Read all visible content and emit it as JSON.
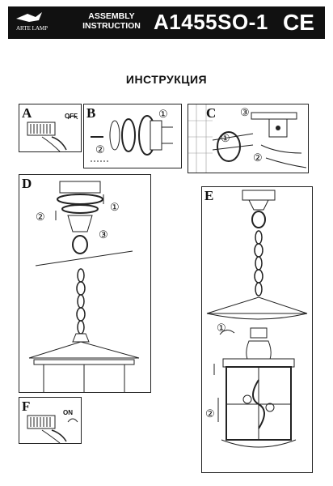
{
  "header": {
    "logo_text": "ARTE LAMP",
    "title_line1": "ASSEMBLY",
    "title_line2": "INSTRUCTION",
    "model": "A1455SO-1",
    "cert": "CE"
  },
  "heading": "ИНСТРУКЦИЯ",
  "panels": {
    "a": {
      "label": "A",
      "switch_state": "OFF"
    },
    "b": {
      "label": "B",
      "step1": "①",
      "step2": "②"
    },
    "c": {
      "label": "C",
      "step1": "①",
      "step2": "②",
      "step3": "③"
    },
    "d": {
      "label": "D",
      "step1": "①",
      "step2": "②",
      "step3": "③"
    },
    "e": {
      "label": "E",
      "step1": "①",
      "step2": "②"
    },
    "f": {
      "label": "F",
      "switch_state": "ON"
    }
  }
}
